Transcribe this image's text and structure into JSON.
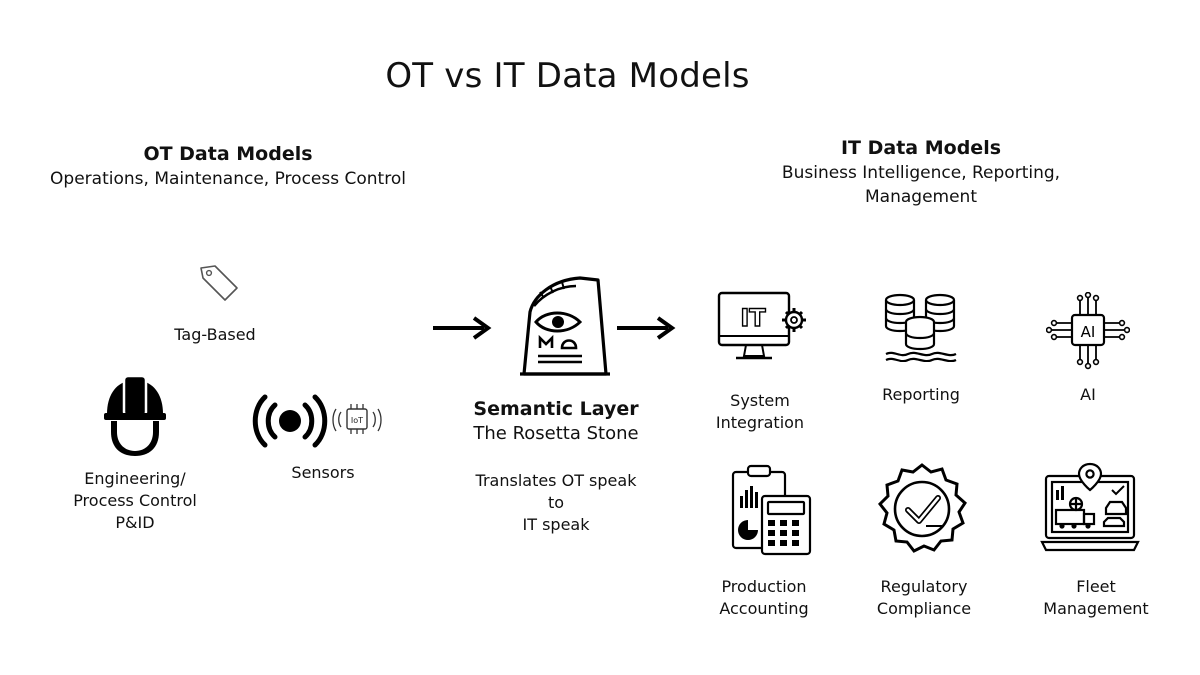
{
  "title": "OT vs IT Data Models",
  "ot": {
    "heading": "OT Data Models",
    "subheading": "Operations, Maintenance, Process Control",
    "items": [
      {
        "label": "Tag-Based",
        "icon": "tag-icon"
      },
      {
        "label": "Engineering/\nProcess Control\nP&ID",
        "icon": "hard-hat-icon"
      },
      {
        "label": "Sensors",
        "icon": "sensor-icon"
      }
    ]
  },
  "semantic": {
    "heading": "Semantic Layer",
    "subheading": "The Rosetta Stone",
    "description": "Translates OT speak\nto\nIT speak",
    "icon": "rosetta-stone-icon"
  },
  "it": {
    "heading": "IT Data Models",
    "subheading": "Business Intelligence, Reporting,\nManagement",
    "items": [
      {
        "label": "System\nIntegration",
        "icon": "it-monitor-gear-icon"
      },
      {
        "label": "Reporting",
        "icon": "database-icon"
      },
      {
        "label": "AI",
        "icon": "ai-chip-icon"
      },
      {
        "label": "Production\nAccounting",
        "icon": "clipboard-calculator-icon"
      },
      {
        "label": "Regulatory\nCompliance",
        "icon": "compliance-badge-icon"
      },
      {
        "label": "Fleet\nManagement",
        "icon": "fleet-laptop-icon"
      }
    ]
  },
  "arrows": [
    "arrow-right-icon",
    "arrow-right-icon"
  ]
}
